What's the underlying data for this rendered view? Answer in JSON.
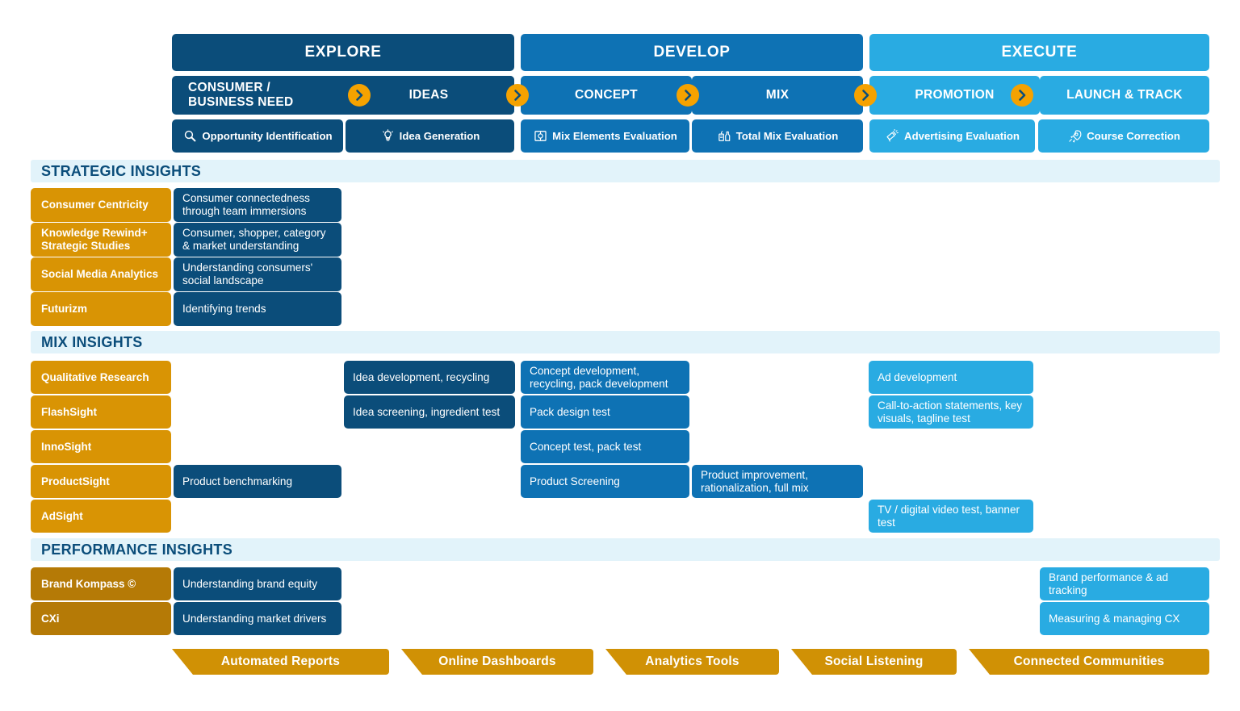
{
  "colors": {
    "navy": "#0b4d7a",
    "blue": "#0e72b4",
    "cyan": "#29abe2",
    "gold": "#d99404",
    "gold_dark": "#b57a06",
    "band": "#e2f3fa",
    "chevron": "#f5a200",
    "arrow_tag": "#d09105"
  },
  "header": {
    "phases": [
      {
        "label": "EXPLORE"
      },
      {
        "label": "DEVELOP"
      },
      {
        "label": "EXECUTE"
      }
    ],
    "stages": [
      {
        "label": "CONSUMER / BUSINESS NEED",
        "line1": "CONSUMER /",
        "line2": "BUSINESS NEED"
      },
      {
        "label": "IDEAS"
      },
      {
        "label": "CONCEPT"
      },
      {
        "label": "MIX"
      },
      {
        "label": "PROMOTION"
      },
      {
        "label": "LAUNCH & TRACK"
      }
    ],
    "activities": [
      {
        "label": "Opportunity Identification",
        "icon": "magnifier-icon"
      },
      {
        "label": "Idea Generation",
        "icon": "lightbulb-icon"
      },
      {
        "label": "Mix Elements Evaluation",
        "icon": "blueprint-icon"
      },
      {
        "label": "Total Mix Evaluation",
        "icon": "bottles-icon"
      },
      {
        "label": "Advertising Evaluation",
        "icon": "megaphone-icon"
      },
      {
        "label": "Course Correction",
        "icon": "rocket-icon"
      }
    ],
    "chevron_count": 5
  },
  "sections": [
    {
      "title": "STRATEGIC INSIGHTS",
      "rows": [
        {
          "capability": "Consumer Centricity",
          "items": [
            {
              "text": "Consumer connectedness through team immersions"
            }
          ]
        },
        {
          "capability": "Knowledge Rewind+ Strategic Studies",
          "items": [
            {
              "text": "Consumer, shopper, category & market understanding"
            }
          ]
        },
        {
          "capability": "Social Media Analytics",
          "items": [
            {
              "text": "Understanding consumers' social landscape"
            }
          ]
        },
        {
          "capability": "Futurizm",
          "items": [
            {
              "text": "Identifying trends"
            }
          ]
        }
      ]
    },
    {
      "title": "MIX INSIGHTS",
      "rows": [
        {
          "capability": "Qualitative Research",
          "items": [
            {
              "text": "Idea development, recycling"
            },
            {
              "text": "Concept development, recycling, pack development"
            },
            {
              "text": "Ad development"
            }
          ]
        },
        {
          "capability": "FlashSight",
          "items": [
            {
              "text": "Idea screening, ingredient test"
            },
            {
              "text": "Pack design test"
            },
            {
              "text": "Call-to-action statements, key visuals, tagline test"
            }
          ]
        },
        {
          "capability": "InnoSight",
          "items": [
            {
              "text": "Concept test, pack test"
            }
          ]
        },
        {
          "capability": "ProductSight",
          "items": [
            {
              "text": "Product benchmarking"
            },
            {
              "text": "Product Screening"
            },
            {
              "text": "Product improvement, rationalization, full mix"
            }
          ]
        },
        {
          "capability": "AdSight",
          "items": [
            {
              "text": "TV / digital video test, banner test"
            }
          ]
        }
      ]
    },
    {
      "title": "PERFORMANCE INSIGHTS",
      "rows": [
        {
          "capability": "Brand Kompass ©",
          "items": [
            {
              "text": "Understanding brand equity"
            },
            {
              "text": "Brand performance & ad tracking"
            }
          ]
        },
        {
          "capability": "CXi",
          "items": [
            {
              "text": "Understanding market drivers"
            },
            {
              "text": "Measuring & managing CX"
            }
          ]
        }
      ]
    }
  ],
  "footer": {
    "tags": [
      {
        "label": "Automated Reports"
      },
      {
        "label": "Online Dashboards"
      },
      {
        "label": "Analytics Tools"
      },
      {
        "label": "Social Listening"
      },
      {
        "label": "Connected Communities"
      }
    ]
  }
}
